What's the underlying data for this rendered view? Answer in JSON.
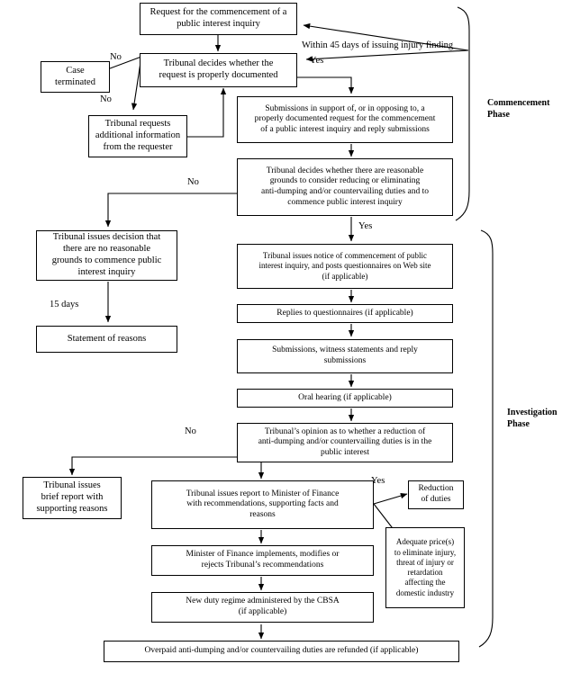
{
  "diagram": {
    "title": "Public Interest Inquiry Process Flowchart",
    "line_color": "#000000",
    "box_fill": "#ffffff",
    "background": "#ffffff"
  },
  "phases": [
    {
      "id": "commencement",
      "label": "Commencement\nPhase"
    },
    {
      "id": "investigation",
      "label": "Investigation\nPhase"
    }
  ],
  "nodes": [
    {
      "id": "request",
      "label": "Request for the commencement of a\npublic interest inquiry"
    },
    {
      "id": "decides-documented",
      "label": "Tribunal decides whether the\nrequest is properly documented"
    },
    {
      "id": "case-terminated",
      "label": "Case\nterminated"
    },
    {
      "id": "requests-info",
      "label": "Tribunal requests\nadditional information\nfrom the requester"
    },
    {
      "id": "submissions-support",
      "label": "Submissions in support of, or in opposing to, a\nproperly documented request for the commencement\nof a public interest inquiry and reply submissions"
    },
    {
      "id": "reasonable-grounds",
      "label": "Tribunal decides whether there are reasonable\ngrounds to consider reducing or eliminating\nanti-dumping and/or countervailing duties and to\ncommence public interest inquiry"
    },
    {
      "id": "no-grounds-decision",
      "label": "Tribunal issues decision that\nthere are no reasonable\ngrounds to commence public\ninterest inquiry"
    },
    {
      "id": "statement-reasons",
      "label": "Statement of reasons"
    },
    {
      "id": "notice-commencement",
      "label": "Tribunal issues notice of commencement of public\ninterest inquiry, and posts questionnaires on Web site\n(if applicable)"
    },
    {
      "id": "replies-quest",
      "label": "Replies to questionnaires (if applicable)"
    },
    {
      "id": "submissions-witness",
      "label": "Submissions, witness statements and reply\nsubmissions"
    },
    {
      "id": "oral-hearing",
      "label": "Oral hearing (if applicable)"
    },
    {
      "id": "tribunal-opinion",
      "label": "Tribunal’s opinion as to whether a reduction of\nanti-dumping and/or countervailing duties is in the\npublic interest"
    },
    {
      "id": "brief-report",
      "label": "Tribunal issues\nbrief report with\nsupporting reasons"
    },
    {
      "id": "report-minister",
      "label": "Tribunal issues report to Minister of Finance\nwith recommendations, supporting facts and\nreasons"
    },
    {
      "id": "reduction-duties",
      "label": "Reduction\nof duties"
    },
    {
      "id": "adequate-prices",
      "label": "Adequate price(s)\nto eliminate injury,\nthreat of injury or\nretardation\naffecting the\ndomestic industry"
    },
    {
      "id": "minister-implements",
      "label": "Minister of Finance implements, modifies or\nrejects Tribunal’s recommendations"
    },
    {
      "id": "new-duty-regime",
      "label": "New duty regime administered by the CBSA\n(if applicable)"
    },
    {
      "id": "overpaid-refunded",
      "label": "Overpaid anti-dumping and/or countervailing duties are refunded (if applicable)"
    }
  ],
  "edge_labels": [
    {
      "id": "within-45-days",
      "text": "Within 45 days of issuing injury finding"
    },
    {
      "id": "yes-documented",
      "text": "Yes"
    },
    {
      "id": "no-terminated",
      "text": "No"
    },
    {
      "id": "no-request-info",
      "text": "No"
    },
    {
      "id": "no-grounds",
      "text": "No"
    },
    {
      "id": "yes-grounds",
      "text": "Yes"
    },
    {
      "id": "fifteen-days",
      "text": "15 days"
    },
    {
      "id": "no-opinion",
      "text": "No"
    },
    {
      "id": "yes-reduction",
      "text": "Yes"
    }
  ]
}
